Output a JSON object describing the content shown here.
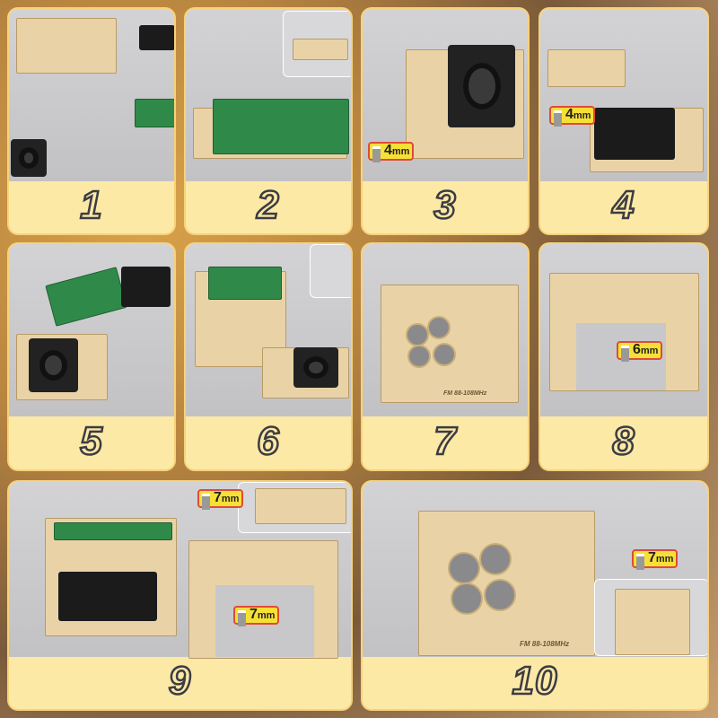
{
  "steps": [
    {
      "number": "1"
    },
    {
      "number": "2"
    },
    {
      "number": "3",
      "screw": {
        "size": "4",
        "unit": "mm"
      }
    },
    {
      "number": "4",
      "screw": {
        "size": "4",
        "unit": "mm"
      }
    },
    {
      "number": "5"
    },
    {
      "number": "6"
    },
    {
      "number": "7",
      "engraving": "FM 88-108MHz"
    },
    {
      "number": "8",
      "screw": {
        "size": "6",
        "unit": "mm"
      }
    },
    {
      "number": "9",
      "screw": {
        "size": "7",
        "unit": "mm"
      }
    },
    {
      "number": "10",
      "screw": {
        "size": "7",
        "unit": "mm"
      },
      "engraving": "FM 88-108MHz"
    }
  ],
  "colors": {
    "card": "#fde9a6",
    "number_outline": "#3c3c44",
    "screw_label": "#f7e035",
    "arrow": "#e02020"
  }
}
